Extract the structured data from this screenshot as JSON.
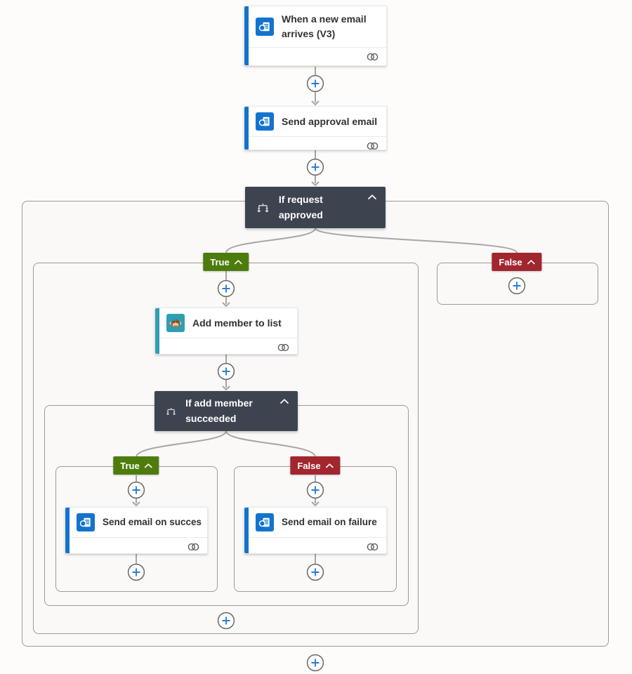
{
  "colors": {
    "page_bg": "#fdfcfb",
    "scope_bg": "#faf9f8",
    "scope_border": "#9c9a97",
    "connector": "#a8a6a4",
    "condition_bg": "#3d4450",
    "true_badge": "#4e7c0c",
    "false_badge": "#a2262e",
    "outlook_blue": "#1373cd",
    "mailchimp_teal": "#2e9fb3",
    "plus_blue": "#2b7cd3",
    "plus_ring": "#6b6966",
    "card_title": "#323130"
  },
  "cards": {
    "trigger": {
      "title": "When a new email arrives (V3)",
      "icon": "outlook-mail-icon"
    },
    "approval": {
      "title": "Send approval email",
      "icon": "outlook-approval-icon"
    },
    "condition_outer": {
      "title": "If request approved",
      "icon": "branch-condition-icon"
    },
    "add_member": {
      "title": "Add member to list",
      "icon": "mailchimp-monkey-icon"
    },
    "condition_inner": {
      "title": "If add member succeeded",
      "icon": "branch-condition-icon"
    },
    "email_success": {
      "title": "Send email on success",
      "icon": "outlook-mail-icon"
    },
    "email_failure": {
      "title": "Send email on failure",
      "icon": "outlook-mail-icon"
    }
  },
  "badges": {
    "outer_true": "True",
    "outer_false": "False",
    "inner_true": "True",
    "inner_false": "False"
  },
  "icons": {
    "collapse": "chevron-up-icon",
    "connection": "linked-connection-icon",
    "insert_step": "plus-circle-icon"
  }
}
